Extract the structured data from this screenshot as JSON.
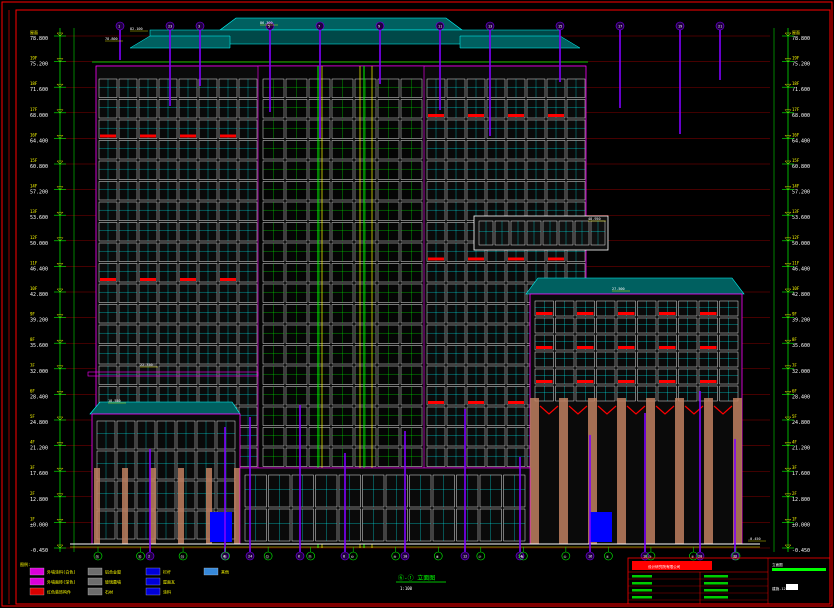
{
  "drawing": {
    "title": "⑥-① 立面图",
    "scale_note": "1:100",
    "legend_heading": "图例:"
  },
  "colors": {
    "background": "#000000",
    "frame": "#ff0000",
    "outline": "#ff00ff",
    "grid_green": "#00ff00",
    "window_cyan": "#00ffff",
    "window_white": "#ffffff",
    "red_panel": "#ff0000",
    "roof_teal": "#008080",
    "column_brown": "#c08060",
    "door_blue": "#0000ff",
    "yellow": "#ffff00",
    "purple": "#8000ff"
  },
  "left_levels": [
    {
      "floor": "屋面",
      "elev": "78.800"
    },
    {
      "floor": "19F",
      "elev": "75.200"
    },
    {
      "floor": "18F",
      "elev": "71.600"
    },
    {
      "floor": "17F",
      "elev": "68.000"
    },
    {
      "floor": "16F",
      "elev": "64.400"
    },
    {
      "floor": "15F",
      "elev": "60.800"
    },
    {
      "floor": "14F",
      "elev": "57.200"
    },
    {
      "floor": "13F",
      "elev": "53.600"
    },
    {
      "floor": "12F",
      "elev": "50.000"
    },
    {
      "floor": "11F",
      "elev": "46.400"
    },
    {
      "floor": "10F",
      "elev": "42.800"
    },
    {
      "floor": "9F",
      "elev": "39.200"
    },
    {
      "floor": "8F",
      "elev": "35.600"
    },
    {
      "floor": "7F",
      "elev": "32.000"
    },
    {
      "floor": "6F",
      "elev": "28.400"
    },
    {
      "floor": "5F",
      "elev": "24.800"
    },
    {
      "floor": "4F",
      "elev": "21.200"
    },
    {
      "floor": "3F",
      "elev": "17.600"
    },
    {
      "floor": "2F",
      "elev": "12.800"
    },
    {
      "floor": "1F",
      "elev": "±0.000"
    },
    {
      "floor": "",
      "elev": "-0.450"
    }
  ],
  "right_levels": [
    {
      "floor": "屋面",
      "elev": "78.800"
    },
    {
      "floor": "19F",
      "elev": "75.200"
    },
    {
      "floor": "18F",
      "elev": "71.600"
    },
    {
      "floor": "17F",
      "elev": "68.000"
    },
    {
      "floor": "16F",
      "elev": "64.400"
    },
    {
      "floor": "15F",
      "elev": "60.800"
    },
    {
      "floor": "14F",
      "elev": "57.200"
    },
    {
      "floor": "13F",
      "elev": "53.600"
    },
    {
      "floor": "12F",
      "elev": "50.000"
    },
    {
      "floor": "11F",
      "elev": "46.400"
    },
    {
      "floor": "10F",
      "elev": "42.800"
    },
    {
      "floor": "9F",
      "elev": "39.200"
    },
    {
      "floor": "8F",
      "elev": "35.600"
    },
    {
      "floor": "7F",
      "elev": "32.000"
    },
    {
      "floor": "6F",
      "elev": "28.400"
    },
    {
      "floor": "5F",
      "elev": "24.800"
    },
    {
      "floor": "4F",
      "elev": "21.200"
    },
    {
      "floor": "3F",
      "elev": "17.600"
    },
    {
      "floor": "2F",
      "elev": "12.800"
    },
    {
      "floor": "1F",
      "elev": "±0.000"
    },
    {
      "floor": "",
      "elev": "-0.450"
    }
  ],
  "axis_labels": [
    "⑯",
    "⑮",
    "⑭",
    "⑬",
    "⑫",
    "⑪",
    "⑩",
    "⑨",
    "⑧",
    "⑦",
    "⑥",
    "⑤",
    "④",
    "③",
    "②",
    "①"
  ],
  "callouts": [
    "1",
    "2",
    "3",
    "4",
    "5",
    "6",
    "7",
    "8",
    "9",
    "10",
    "11",
    "12",
    "13",
    "14",
    "15",
    "16",
    "17",
    "18",
    "19",
    "20",
    "21",
    "22",
    "23",
    "24"
  ],
  "elevation_marks": [
    {
      "text": "86.300"
    },
    {
      "text": "82.100"
    },
    {
      "text": "78.800"
    },
    {
      "text": "48.950"
    },
    {
      "text": "27.500"
    },
    {
      "text": "22.350"
    },
    {
      "text": "18.550"
    },
    {
      "text": "-0.450"
    }
  ],
  "legend": [
    {
      "label": "外墙涂料(白色)",
      "swatch": "#ff00ff"
    },
    {
      "label": "外墙面砖(深色)",
      "swatch": "#ff00ff"
    },
    {
      "label": "红色装饰构件",
      "swatch": "#ff0000"
    },
    {
      "label": "铝合金窗",
      "swatch": "#808080"
    },
    {
      "label": "玻璃幕墙",
      "swatch": "#808080"
    },
    {
      "label": "石材",
      "swatch": "#808080"
    },
    {
      "label": "栏杆",
      "swatch": "#0000ff"
    },
    {
      "label": "屋面瓦",
      "swatch": "#0000ff"
    },
    {
      "label": "涂料",
      "swatch": "#0000ff"
    },
    {
      "label": "其他",
      "swatch": "#40a0ff"
    }
  ],
  "title_block": {
    "company": "设计研究院有限公司",
    "sheet_label": "立面图",
    "sheet_no": "建施-12"
  }
}
